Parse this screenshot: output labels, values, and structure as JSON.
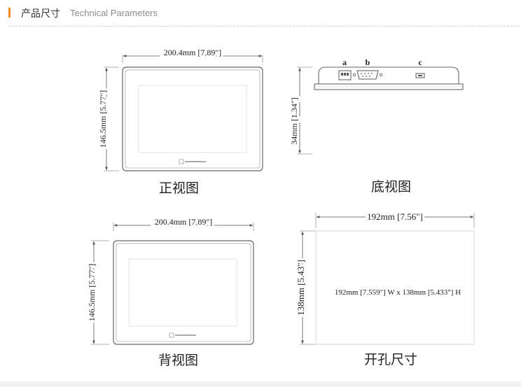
{
  "header": {
    "title_cn": "产品尺寸",
    "title_en": "Technical Parameters"
  },
  "front_view": {
    "width_label": "200.4mm [7.89\"]",
    "height_label": "146.5mm [5.77\"]",
    "caption": "正视图"
  },
  "bottom_view": {
    "depth_label": "34mm [1.34\"]",
    "port_a": "a",
    "port_b": "b",
    "port_c": "c",
    "caption": "底视图"
  },
  "back_view": {
    "width_label": "200.4mm [7.89\"]",
    "height_label": "146.5mm [5.77\"]",
    "caption": "背视图"
  },
  "cutout": {
    "width_label": "192mm [7.56\"]",
    "height_label": "138mm [5.43\"]",
    "center_label": "192mm [7.559\"] W x 138mm [5.433\"] H",
    "caption": "开孔尺寸"
  },
  "colors": {
    "accent": "#f08c1e",
    "line": "#555555"
  }
}
